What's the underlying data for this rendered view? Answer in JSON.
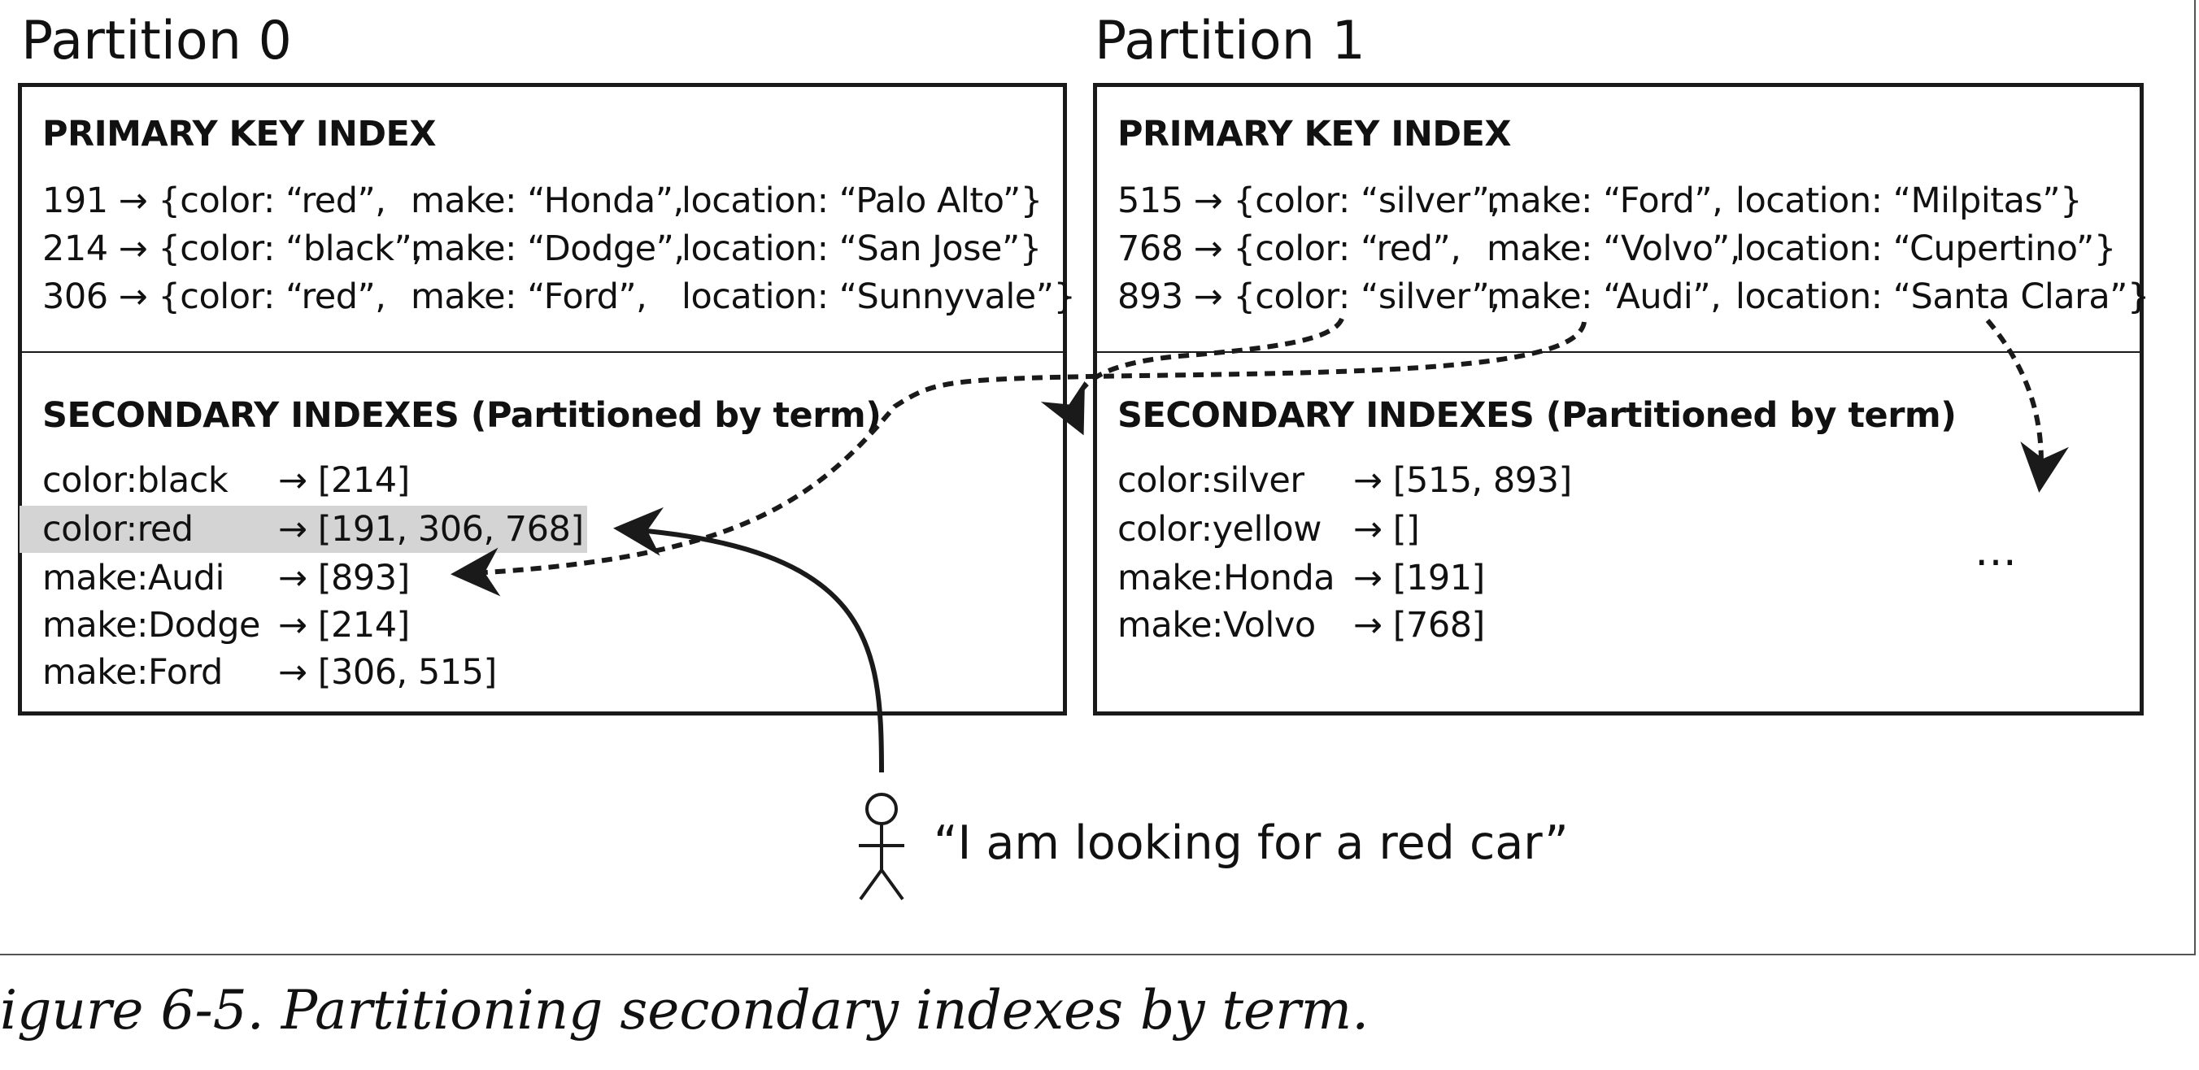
{
  "partitions": [
    {
      "title": "Partition 0",
      "primary_heading": "PRIMARY KEY INDEX",
      "primary_rows": [
        [
          "191 → {color: “red”,",
          "make: “Honda”,",
          "location: “Palo Alto”}"
        ],
        [
          "214 → {color: “black”,",
          "make: “Dodge”,",
          "location: “San Jose”}"
        ],
        [
          "306 → {color: “red”,",
          "make: “Ford”,",
          "location: “Sunnyvale”}"
        ]
      ],
      "secondary_heading": "SECONDARY INDEXES (Partitioned by term)",
      "secondary_rows": [
        [
          "color:black",
          "→ [214]"
        ],
        [
          "color:red",
          "→ [191, 306, 768]"
        ],
        [
          "make:Audi",
          "→ [893]"
        ],
        [
          "make:Dodge",
          "→ [214]"
        ],
        [
          "make:Ford",
          "→ [306, 515]"
        ]
      ]
    },
    {
      "title": "Partition 1",
      "primary_heading": "PRIMARY KEY INDEX",
      "primary_rows": [
        [
          "515 → {color: “silver”,",
          "make: “Ford”,",
          "location: “Milpitas”}"
        ],
        [
          "768 → {color: “red”,",
          "make: “Volvo”,",
          "location: “Cupertino”}"
        ],
        [
          "893 → {color: “silver”,",
          "make: “Audi”,",
          "location: “Santa Clara”}"
        ]
      ],
      "secondary_heading": "SECONDARY INDEXES (Partitioned by term)",
      "secondary_rows": [
        [
          "color:silver",
          "→ [515, 893]"
        ],
        [
          "color:yellow",
          "→ []"
        ],
        [
          "make:Honda",
          "→ [191]"
        ],
        [
          "make:Volvo",
          "→ [768]"
        ]
      ],
      "ellipsis": "…"
    }
  ],
  "client_query": "“I am looking for a red car”",
  "caption": "igure 6-5. Partitioning secondary indexes by term.",
  "colors": {
    "stroke": "#1a1a1a",
    "highlight": "#d4d4d4"
  }
}
